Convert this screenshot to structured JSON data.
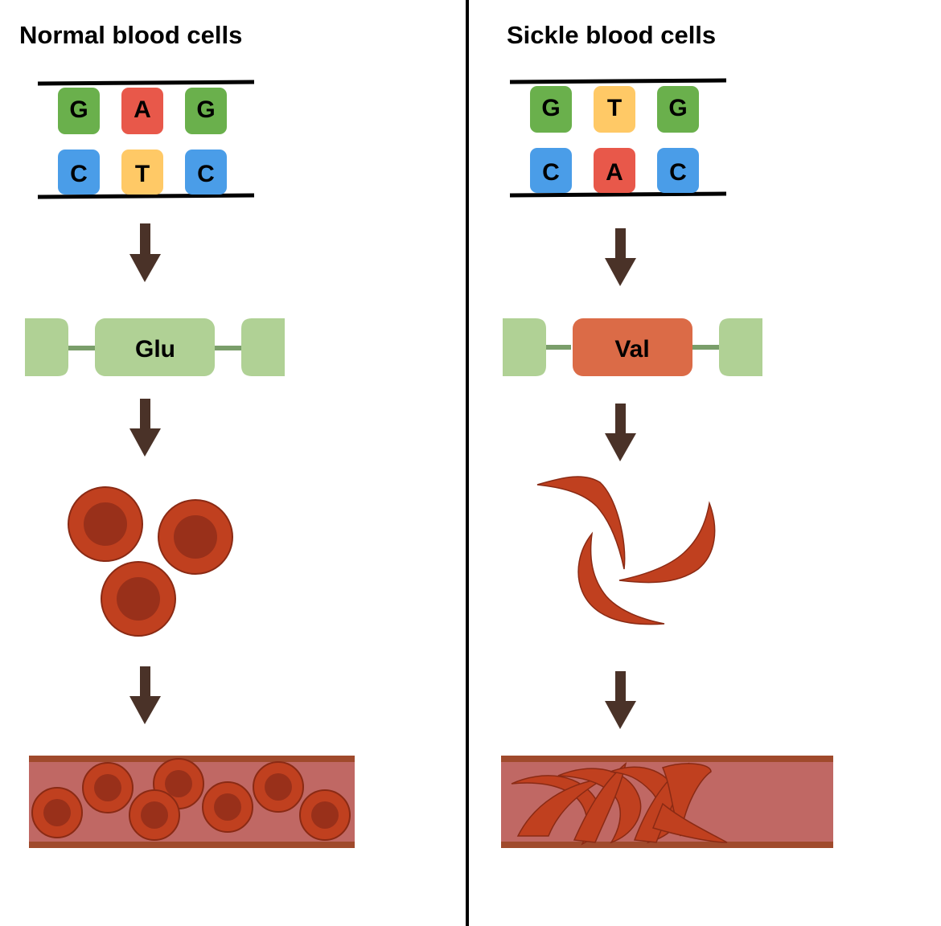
{
  "normal": {
    "title": "Normal blood cells",
    "dna_top": [
      "G",
      "A",
      "G"
    ],
    "dna_bottom": [
      "C",
      "T",
      "C"
    ],
    "amino_acid": "Glu"
  },
  "sickle": {
    "title": "Sickle blood cells",
    "dna_top": [
      "G",
      "T",
      "G"
    ],
    "dna_bottom": [
      "C",
      "A",
      "C"
    ],
    "amino_acid": "Val"
  },
  "colors": {
    "G": "#6ab04c",
    "A": "#e8584a",
    "T": "#ffc966",
    "C": "#4a9de8",
    "arrow": "#4a3228",
    "chain": "#b0d195",
    "glu_box": "#b0d195",
    "val_box": "#db6b47",
    "cell": "#c0401f",
    "cell_core": "#99301a",
    "vessel": "#c06864",
    "vessel_wall": "#a04a2c"
  }
}
